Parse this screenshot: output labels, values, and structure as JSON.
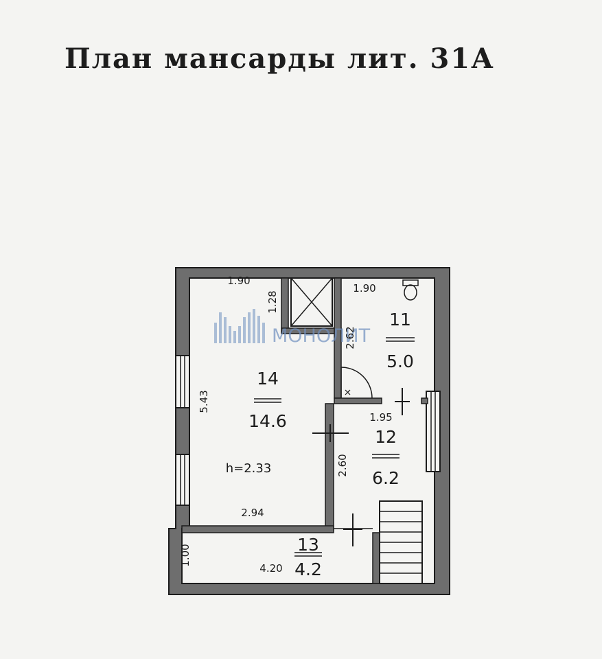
{
  "title": "План мансарды лит. 31А",
  "watermark": "МОНОЛИТ",
  "rooms": [
    {
      "number": "14",
      "area": "14.6"
    },
    {
      "number": "11",
      "area": "5.0"
    },
    {
      "number": "12",
      "area": "6.2"
    },
    {
      "number": "13",
      "area": "4.2"
    }
  ],
  "height": "h=2.33",
  "dimensions": {
    "room14_top": "1.90",
    "shaft": "1.28",
    "room11_top": "1.90",
    "room11_side": "2.62",
    "room14_side": "5.43",
    "room12_top": "1.95",
    "room12_side": "2.60",
    "room14_bottom": "2.94",
    "room13_side": "1.00",
    "room13_bottom": "4.20"
  },
  "colors": {
    "wall": "#6e6e6e",
    "line": "#1c1c1c",
    "watermark": "#6d8fbf"
  }
}
